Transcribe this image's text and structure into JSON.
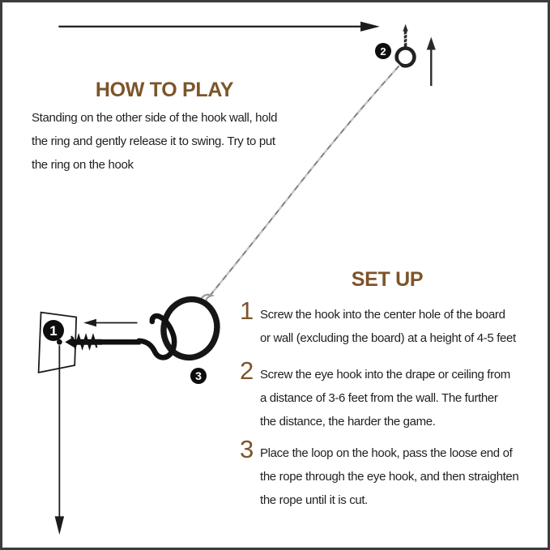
{
  "how_to_play": {
    "title": "HOW TO PLAY",
    "lines": [
      "Standing on the other side of the hook wall, hold",
      "the ring and gently release it to swing. Try to put",
      "the ring on the hook"
    ]
  },
  "set_up": {
    "title": "SET UP",
    "steps": [
      {
        "number": "1",
        "lines": [
          "Screw the hook into the center hole of the board",
          "or wall (excluding the board) at a height of 4-5 feet"
        ]
      },
      {
        "number": "2",
        "lines": [
          "Screw the eye hook into the drape or ceiling from",
          "a distance of 3-6 feet from the wall. The further",
          "the distance, the harder the game."
        ]
      },
      {
        "number": "3",
        "lines": [
          "Place the loop on the hook, pass the loose end of",
          "the rope through the eye hook, and then straighten",
          "the rope until it is cut."
        ]
      }
    ]
  },
  "diagram": {
    "labels": {
      "board_hook": "1",
      "eye_hook": "2",
      "ring": "3"
    },
    "colors": {
      "accent_brown": "#7d5429",
      "metal_black": "#111111",
      "rope_light": "#c6c6c6",
      "rope_dark": "#6f6f6f",
      "border_gray": "#3c3c3c"
    }
  }
}
